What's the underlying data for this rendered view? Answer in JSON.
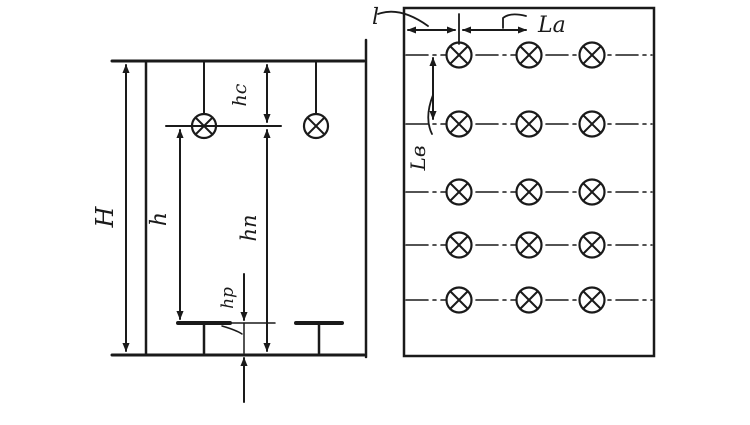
{
  "colors": {
    "ink": "#1a1a1a",
    "paper": "#ffffff"
  },
  "section_view": {
    "labels": {
      "H": "H",
      "h": "h",
      "hc": "hc",
      "hn": "hп",
      "hp": "hp"
    }
  },
  "plan_view": {
    "labels": {
      "l": "l",
      "La": "La",
      "Lb": "Lв"
    },
    "luminaire_rows": 5,
    "luminaire_columns": 3
  }
}
